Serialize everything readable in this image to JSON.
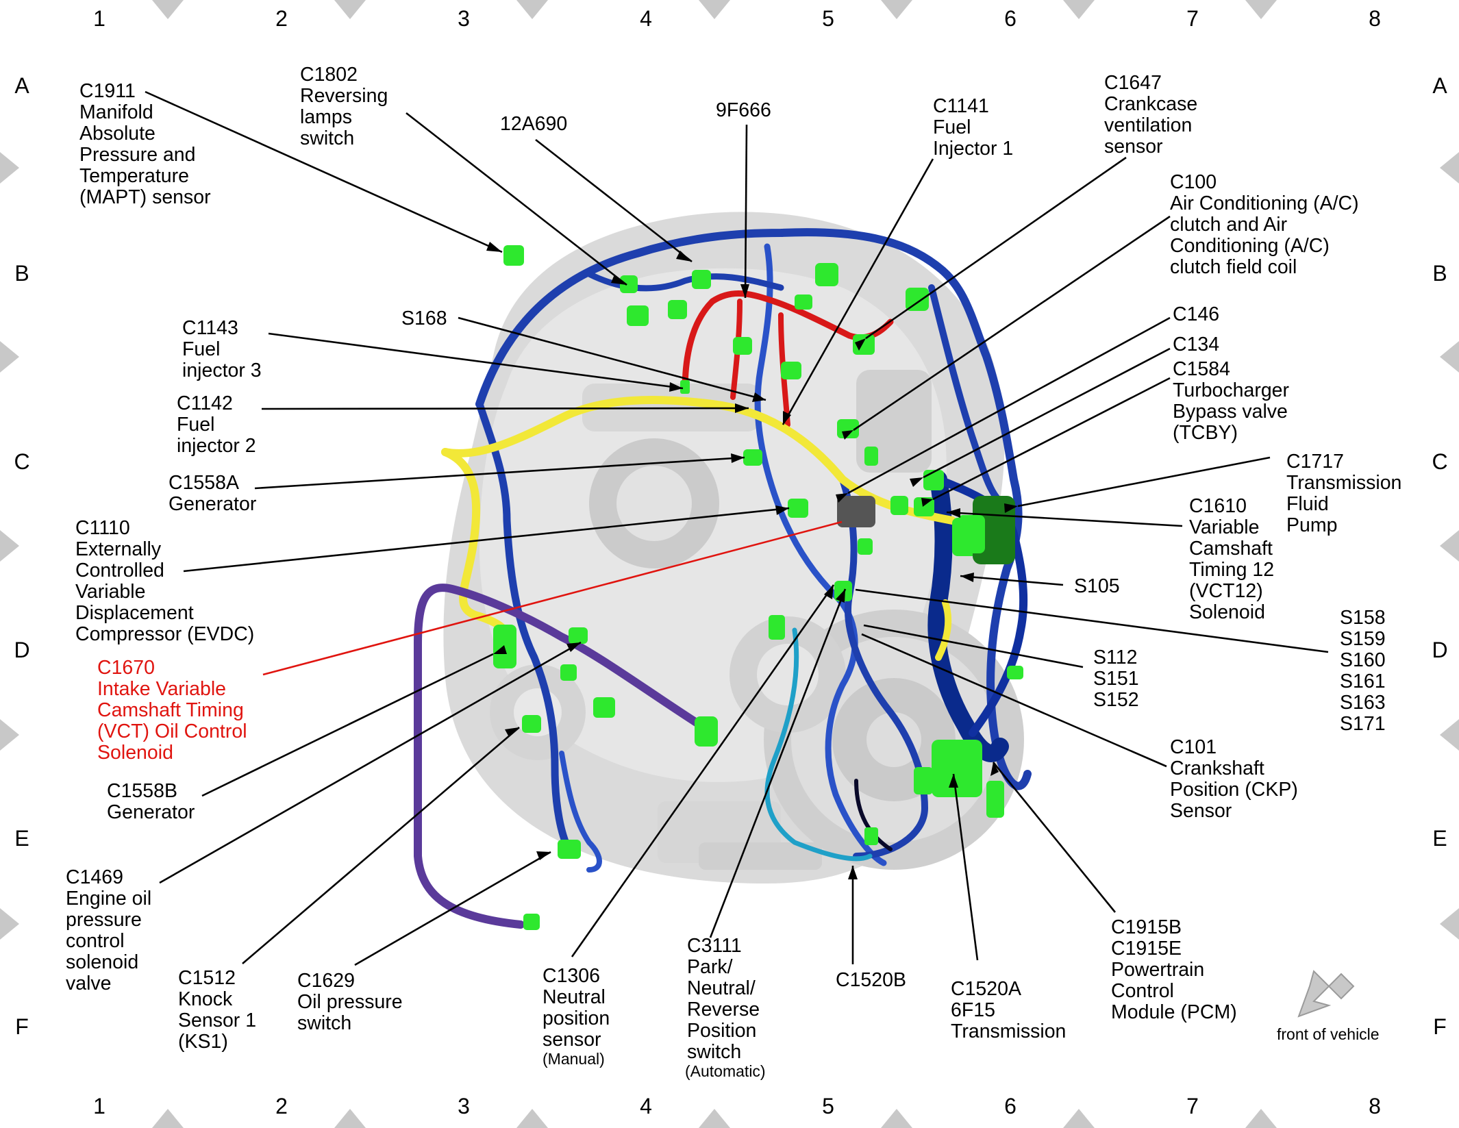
{
  "grid": {
    "columns": [
      "1",
      "2",
      "3",
      "4",
      "5",
      "6",
      "7",
      "8"
    ],
    "rows": [
      "A",
      "B",
      "C",
      "D",
      "E",
      "F"
    ]
  },
  "labels": {
    "c1911": [
      "C1911",
      "Manifold",
      "Absolute",
      "Pressure and",
      "Temperature",
      "(MAPT) sensor"
    ],
    "c1802": [
      "C1802",
      "Reversing",
      "lamps",
      "switch"
    ],
    "p12a690": [
      "12A690"
    ],
    "p9f666": [
      "9F666"
    ],
    "c1141": [
      "C1141",
      "Fuel",
      "Injector 1"
    ],
    "c1647": [
      "C1647",
      "Crankcase",
      "ventilation",
      "sensor"
    ],
    "c100": [
      "C100",
      "Air Conditioning (A/C)",
      "clutch and Air",
      "Conditioning (A/C)",
      "clutch field coil"
    ],
    "c1143": [
      "C1143",
      "Fuel",
      "injector 3"
    ],
    "s168": [
      "S168"
    ],
    "c146": [
      "C146"
    ],
    "c134": [
      "C134"
    ],
    "c1584": [
      "C1584",
      "Turbocharger",
      "Bypass valve",
      "(TCBY)"
    ],
    "c1142": [
      "C1142",
      "Fuel",
      "injector 2"
    ],
    "c1717": [
      "C1717",
      "Transmission",
      "Fluid",
      "Pump"
    ],
    "c1558a": [
      "C1558A",
      "Generator"
    ],
    "c1610": [
      "C1610",
      "Variable",
      "Camshaft",
      "Timing 12",
      "(VCT12)",
      "Solenoid"
    ],
    "c1110": [
      "C1110",
      "Externally",
      "Controlled",
      "Variable",
      "Displacement",
      "Compressor (EVDC)"
    ],
    "s105": [
      "S105"
    ],
    "s158": [
      "S158",
      "S159",
      "S160",
      "S161",
      "S163",
      "S171"
    ],
    "c1670": [
      "C1670",
      "Intake Variable",
      "Camshaft Timing",
      "(VCT) Oil Control",
      "Solenoid"
    ],
    "s112": [
      "S112",
      "S151",
      "S152"
    ],
    "c101": [
      "C101",
      "Crankshaft",
      "Position (CKP)",
      "Sensor"
    ],
    "c1558b": [
      "C1558B",
      "Generator"
    ],
    "c1469": [
      "C1469",
      "Engine oil",
      "pressure",
      "control",
      "solenoid",
      "valve"
    ],
    "c1512": [
      "C1512",
      "Knock",
      "Sensor 1",
      "(KS1)"
    ],
    "c1629": [
      "C1629",
      "Oil pressure",
      "switch"
    ],
    "c1306": [
      "C1306",
      "Neutral",
      "position",
      "sensor"
    ],
    "c1306_note": "(Manual)",
    "c3111": [
      "C3111",
      "Park/",
      "Neutral/",
      "Reverse",
      "Position",
      "switch"
    ],
    "c3111_note": "(Automatic)",
    "c1520b": [
      "C1520B"
    ],
    "c1520a": [
      "C1520A",
      "6F15",
      "Transmission"
    ],
    "c1915": [
      "C1915B",
      "C1915E",
      "Powertrain",
      "Control",
      "Module (PCM)"
    ]
  },
  "orientation": {
    "text": "front of vehicle",
    "icon": "arrow-down-left-icon"
  },
  "colors": {
    "harness_blue": "#1e3fae",
    "harness_dark_blue": "#0a2a8c",
    "harness_red": "#d81818",
    "harness_yellow": "#f2e838",
    "harness_purple": "#5a3a9a",
    "harness_cyan": "#1fa0c8",
    "connector_green": "#2ee82e",
    "pump_dark_green": "#1a7a1a",
    "highlight_red": "#e0140f",
    "border_triangle": "#c8c8c8"
  }
}
